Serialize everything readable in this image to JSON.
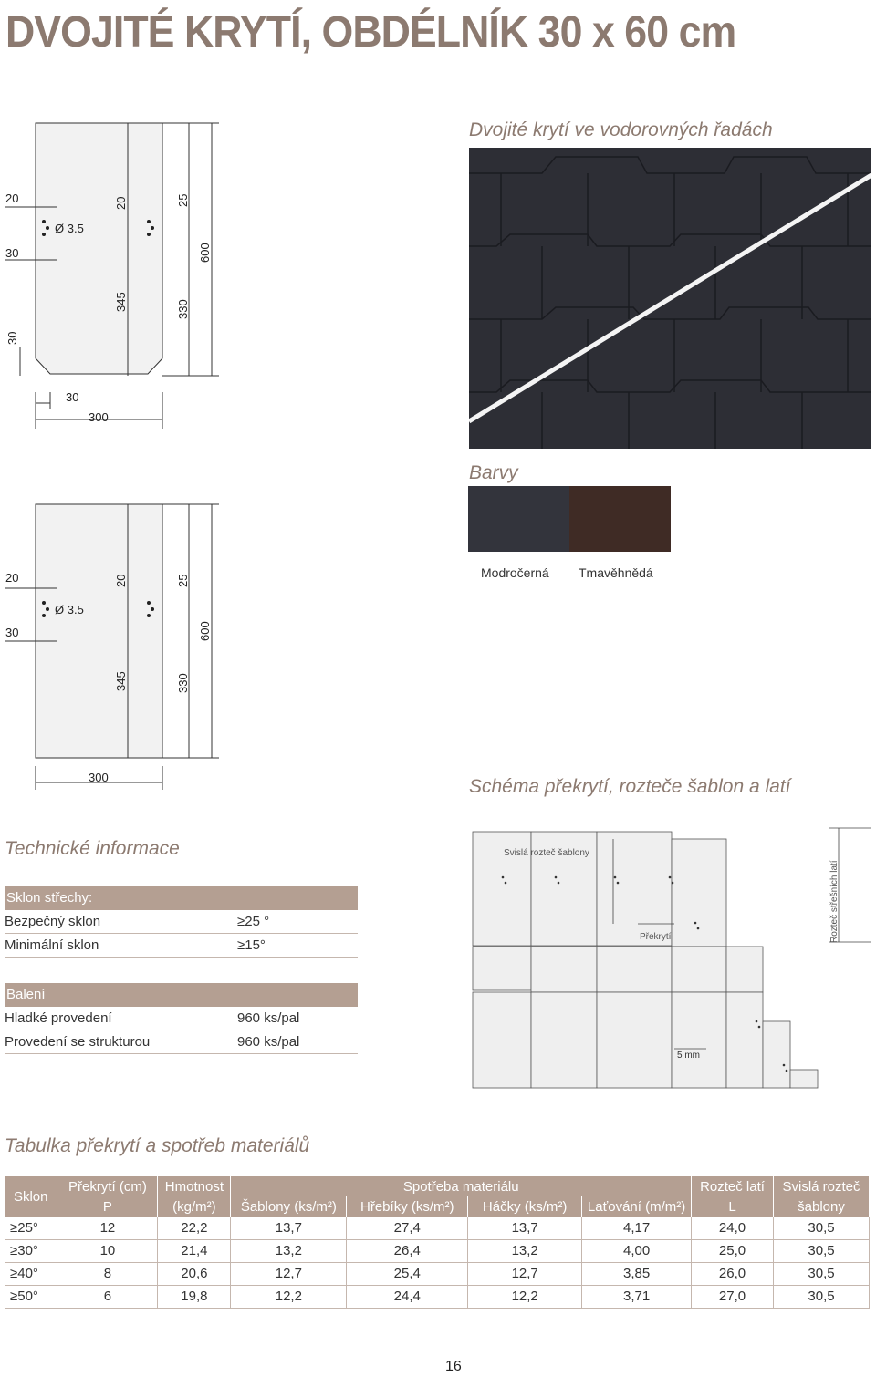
{
  "page": {
    "title": "DVOJITÉ KRYTÍ, OBDÉLNÍK 30 x 60 cm",
    "page_number": "16"
  },
  "drawing_top": {
    "dims": [
      "20",
      "30",
      "30",
      "300",
      "20",
      "345",
      "25",
      "330",
      "600",
      "30"
    ],
    "hole": "Ø 3.5"
  },
  "drawing_bottom": {
    "dims": [
      "20",
      "30",
      "300",
      "20",
      "345",
      "25",
      "330",
      "600"
    ],
    "hole": "Ø 3.5"
  },
  "photo": {
    "heading": "Dvojité krytí ve vodorovných řadách"
  },
  "colors": {
    "heading": "Barvy",
    "items": [
      {
        "label": "Modročerná",
        "hex": "#33343c"
      },
      {
        "label": "Tmavěhnědá",
        "hex": "#3f2b25"
      }
    ]
  },
  "schema": {
    "heading": "Schéma překrytí, rozteče šablon a latí",
    "labels": {
      "vertical_pitch": "Svislá rozteč šablony",
      "overlap": "Překrytí",
      "batten_pitch": "Rozteč střešních latí",
      "gap": "5 mm"
    }
  },
  "tech": {
    "heading": "Technické informace",
    "slope": {
      "title": "Sklon střechy:",
      "rows": [
        {
          "label": "Bezpečný sklon",
          "value": "25 °"
        },
        {
          "label": "Minimální sklon",
          "value": "15°"
        }
      ]
    },
    "packing": {
      "title": "Balení",
      "rows": [
        {
          "label": "Hladké provedení",
          "value": "960 ks/pal"
        },
        {
          "label": "Provedení se strukturou",
          "value": "960 ks/pal"
        }
      ]
    }
  },
  "material": {
    "heading": "Tabulka překrytí a spotřeb materiálů",
    "headers": {
      "sklon": "Sklon",
      "prekryti": "Překrytí (cm)",
      "prekryti_sub": "P",
      "hmotnost": "Hmotnost",
      "hmotnost_sub": "(kg/m²)",
      "spotreba": "Spotřeba materiálu",
      "sablony": "Šablony (ks/m²)",
      "hrebiky": "Hřebíky (ks/m²)",
      "hacky": "Háčky (ks/m²)",
      "latovani": "Laťování (m/m²)",
      "roztec": "Rozteč latí",
      "roztec_sub": "L",
      "svisla": "Svislá rozteč",
      "svisla_sub": "šablony"
    },
    "rows": [
      [
        "25°",
        "12",
        "22,2",
        "13,7",
        "27,4",
        "13,7",
        "4,17",
        "24,0",
        "30,5"
      ],
      [
        "30°",
        "10",
        "21,4",
        "13,2",
        "26,4",
        "13,2",
        "4,00",
        "25,0",
        "30,5"
      ],
      [
        "40°",
        "8",
        "20,6",
        "12,7",
        "25,4",
        "12,7",
        "3,85",
        "26,0",
        "30,5"
      ],
      [
        "50°",
        "6",
        "19,8",
        "12,2",
        "24,4",
        "12,2",
        "3,71",
        "27,0",
        "30,5"
      ]
    ]
  }
}
